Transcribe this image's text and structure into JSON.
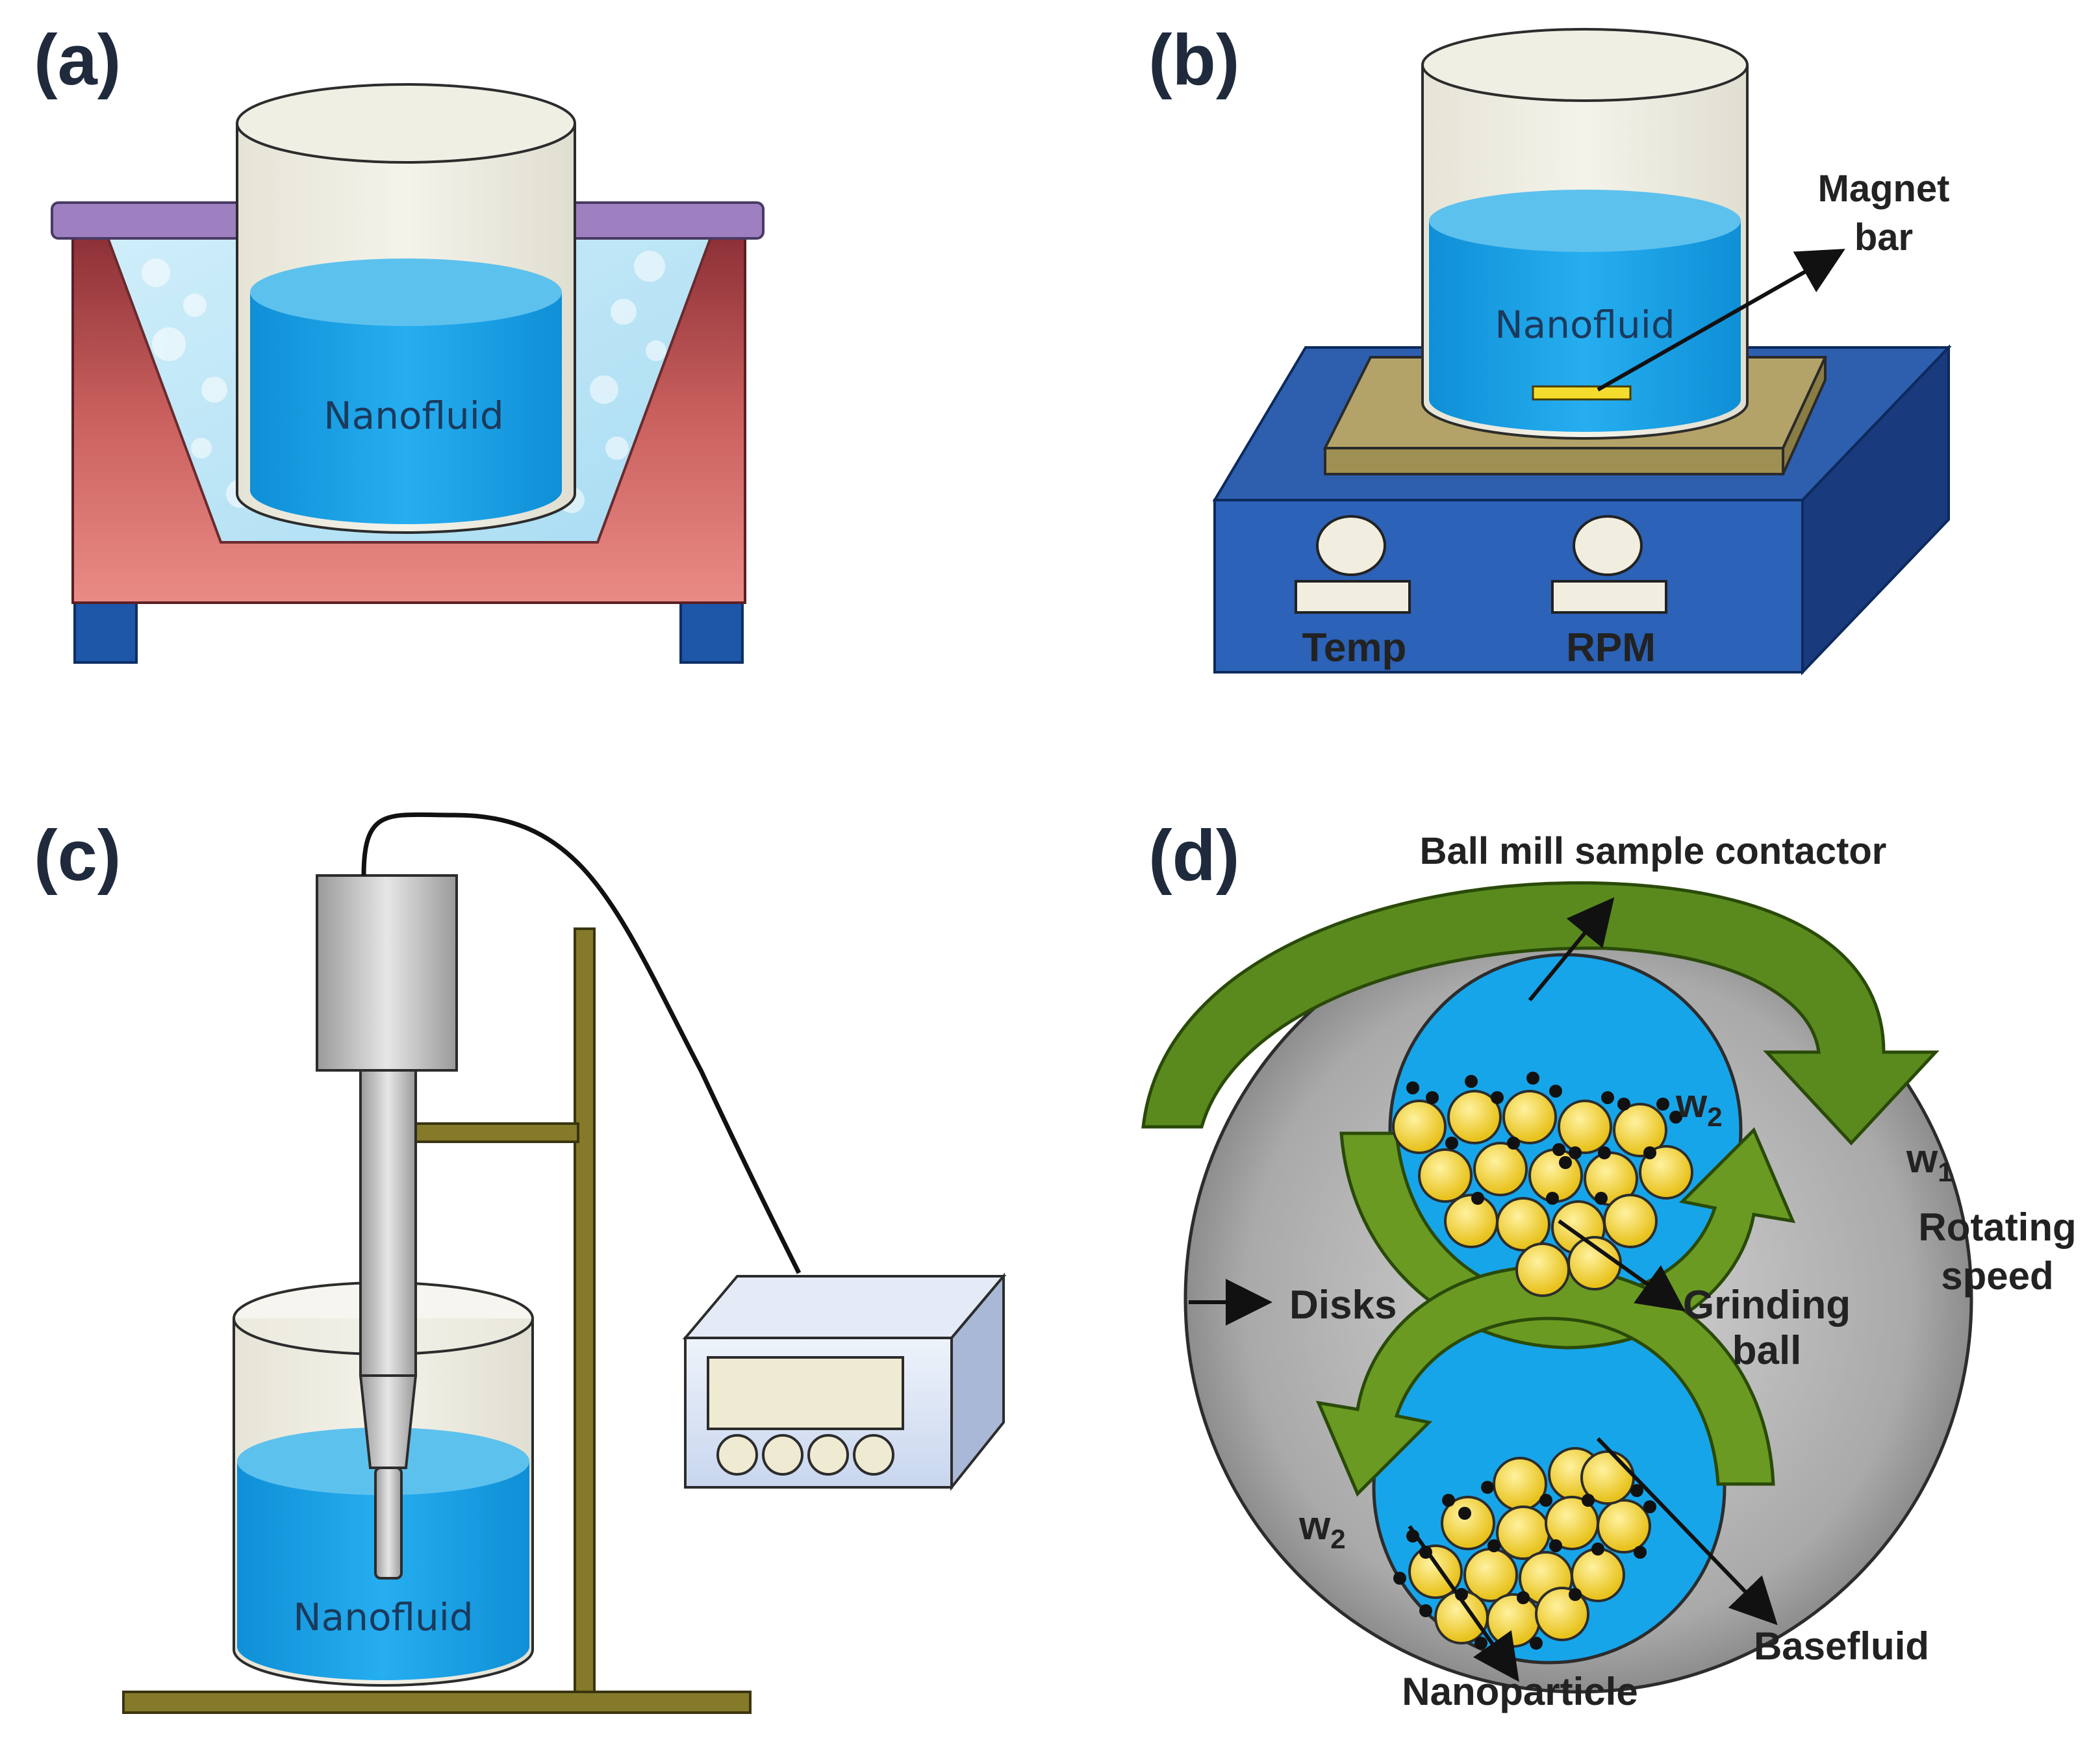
{
  "panels": {
    "a": {
      "label": "(a)",
      "fluid": "Nanofluid"
    },
    "b": {
      "label": "(b)",
      "fluid": "Nanofluid",
      "magnet_line1": "Magnet",
      "magnet_line2": "bar",
      "knob_left": "Temp",
      "knob_right": "RPM"
    },
    "c": {
      "label": "(c)",
      "fluid": "Nanofluid"
    },
    "d": {
      "label": "(d)",
      "contactor": "Ball mill sample contactor",
      "w1": "w",
      "w1_sub": "1",
      "w2": "w",
      "w2_sub": "2",
      "rotating_line1": "Rotating",
      "rotating_line2": "speed",
      "disks": "Disks",
      "grinding_line1": "Grinding",
      "grinding_line2": "ball",
      "basefluid": "Basefluid",
      "nanoparticle": "Nanoparticle"
    }
  },
  "colors": {
    "water": "#1aa3e6",
    "water_top": "#5fc3ee",
    "ball": "#f2cf2a",
    "arrow_green": "#5a8a1e",
    "disk_gray": "#b9b9b9",
    "stand_olive": "#847a2a",
    "stirrer_blue": "#2a5aa6",
    "bath_red": "#d9706c"
  }
}
